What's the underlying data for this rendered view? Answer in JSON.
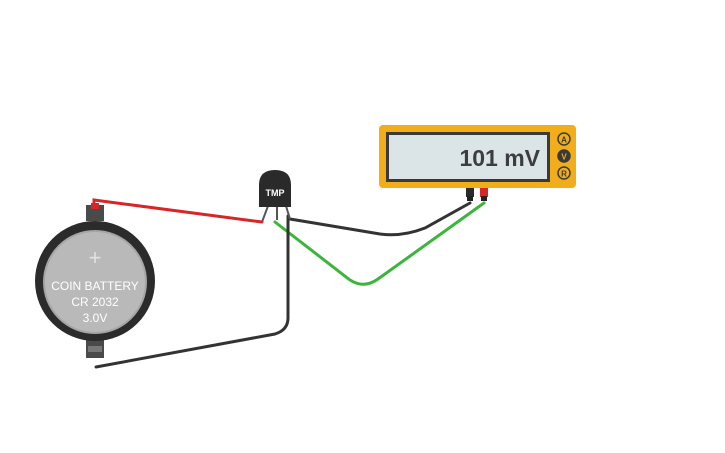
{
  "battery": {
    "plus_symbol": "+",
    "line1": "COIN BATTERY",
    "line2": "CR 2032",
    "line3": "3.0V"
  },
  "sensor": {
    "label": "TMP"
  },
  "multimeter": {
    "reading": "101 mV",
    "modes": [
      "A",
      "V",
      "R"
    ],
    "colors": {
      "body": "#f2ad1a",
      "display": "#dbe5e8",
      "text": "#3d3d3d"
    }
  },
  "wires": {
    "colors": {
      "red": "#d62728",
      "black": "#333333",
      "green": "#3cb53c"
    }
  }
}
